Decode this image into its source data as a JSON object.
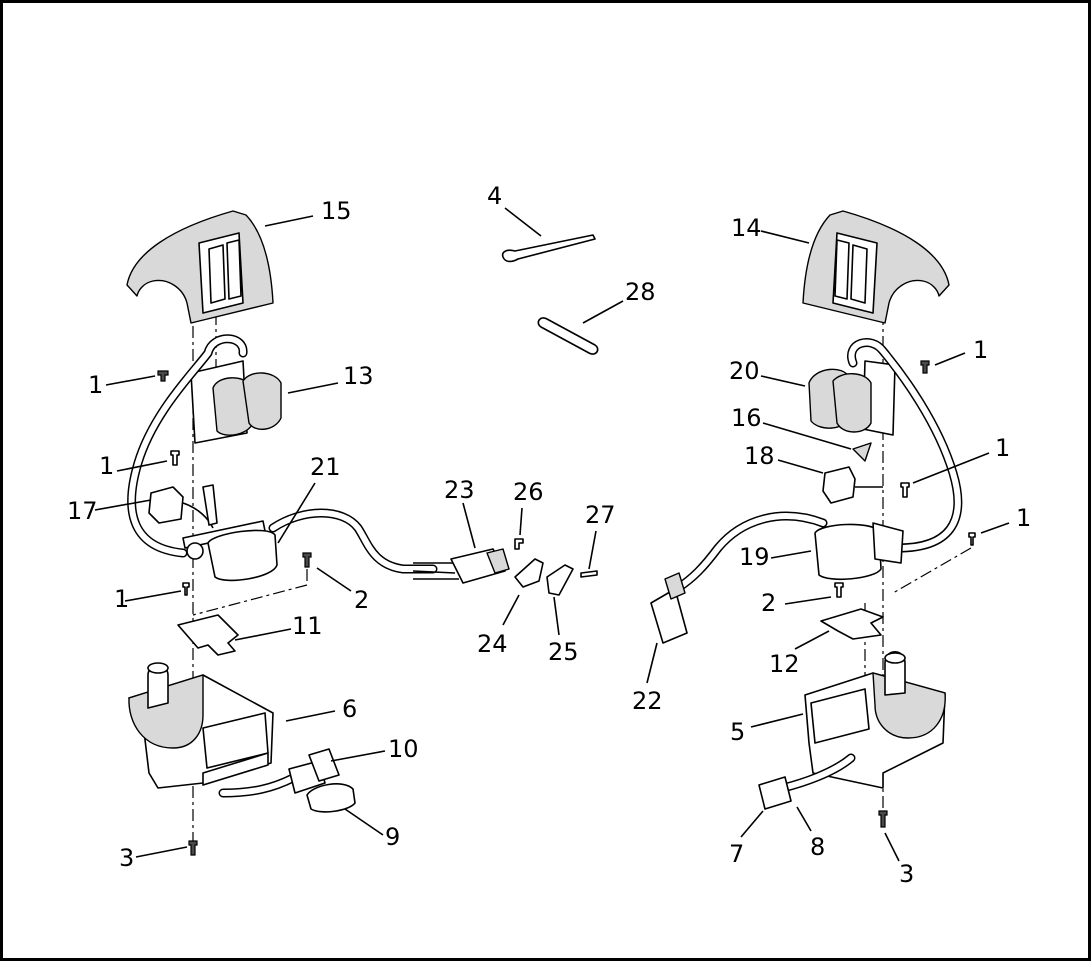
{
  "callouts": {
    "c1a": "1",
    "c1b": "1",
    "c1c": "1",
    "c1d": "1",
    "c1e": "1",
    "c1f": "1",
    "c2a": "2",
    "c2b": "2",
    "c3a": "3",
    "c3b": "3",
    "c4": "4",
    "c5": "5",
    "c6": "6",
    "c7": "7",
    "c8": "8",
    "c9": "9",
    "c10": "10",
    "c11": "11",
    "c12": "12",
    "c13": "13",
    "c14": "14",
    "c15": "15",
    "c16": "16",
    "c17": "17",
    "c18": "18",
    "c19": "19",
    "c20": "20",
    "c21": "21",
    "c22": "22",
    "c23": "23",
    "c24": "24",
    "c25": "25",
    "c26": "26",
    "c27": "27",
    "c28": "28"
  }
}
